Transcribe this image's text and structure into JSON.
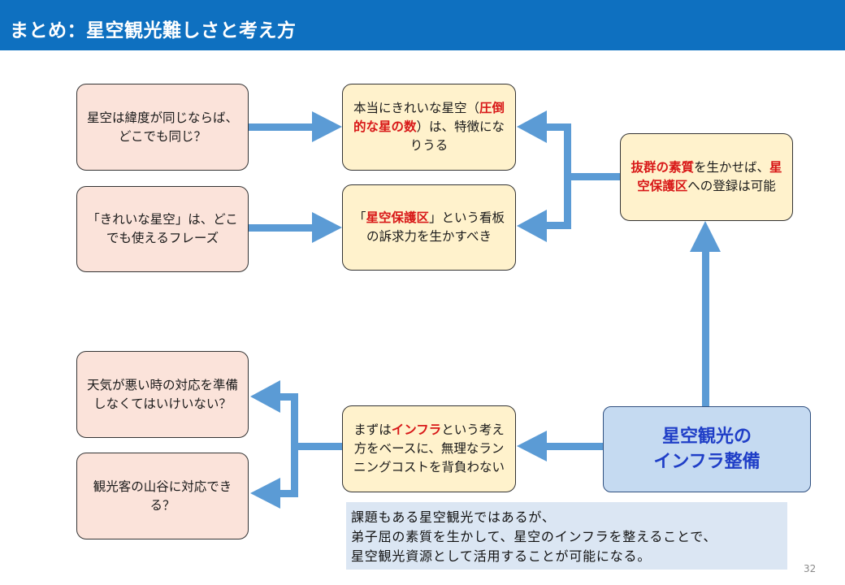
{
  "header": {
    "title": "まとめ：星空観光難しさと考え方"
  },
  "boxes": {
    "latitude": {
      "text": "星空は緯度が同じならば、どこでも同じ？"
    },
    "beautiful_phrase": {
      "text": "「きれいな星空」は、どこでも使えるフレーズ"
    },
    "truly_beautiful": {
      "pre": "本当にきれいな星空（",
      "hl": "圧倒的な星の数",
      "post": "）は、特徴になりうる"
    },
    "reserve_sign": {
      "pre": "「",
      "hl": "星空保護区",
      "post": "」という看板の訴求力を生かすべき"
    },
    "registration": {
      "hl1": "抜群の素質",
      "mid": "を生かせば、",
      "hl2": "星空保護区",
      "post": "への登録は可能"
    },
    "weather": {
      "text": "天気が悪い時の対応を準備しなくてはいけいない？"
    },
    "peaks_valleys": {
      "text": "観光客の山谷に対応できる？"
    },
    "infra_base": {
      "pre": "まずは",
      "hl": "インフラ",
      "post": "という考え方をベースに、無理なランニングコストを背負わない"
    },
    "main": {
      "line1": "星空観光の",
      "line2": "インフラ整備"
    }
  },
  "summary": {
    "line1": "課題もある星空観光ではあるが、",
    "line2": "弟子屈の素質を生かして、星空のインフラを整えることで、",
    "line3": "星空観光資源として活用することが可能になる。"
  },
  "page_number": "32",
  "colors": {
    "header": "#0e70c0",
    "arrow": "#5b9bd5",
    "highlight": "#d81818",
    "main_text": "#1f3ec7"
  }
}
